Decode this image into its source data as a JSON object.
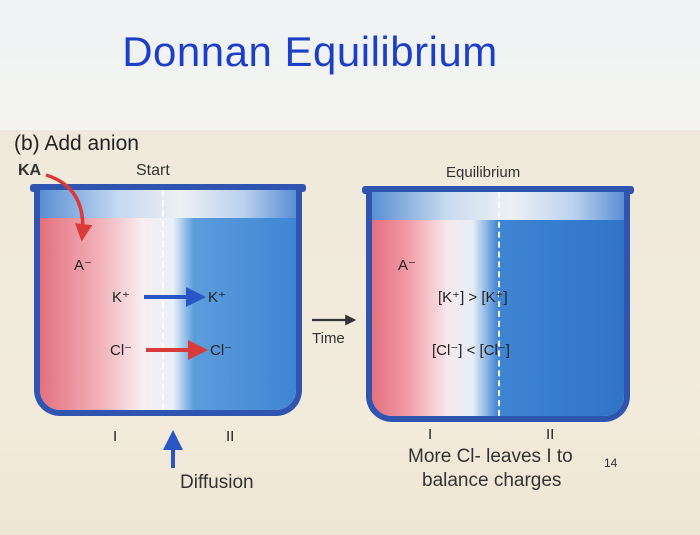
{
  "title": "Donnan Equilibrium",
  "panel": {
    "heading": "(b) Add anion",
    "ka_label": "KA",
    "start_label": "Start",
    "equilibrium_label": "Equilibrium",
    "time_label": "Time",
    "diffusion_label": "Diffusion",
    "left_beaker": {
      "anion": "A⁻",
      "k_left": "K⁺",
      "k_right": "K⁺",
      "cl_left": "Cl⁻",
      "cl_right": "Cl⁻",
      "compartment_1": "I",
      "compartment_2": "II"
    },
    "right_beaker": {
      "anion": "A⁻",
      "k_relation": "[K⁺] > [K⁺]",
      "cl_relation": "[Cl⁻] < [Cl⁻]",
      "compartment_1": "I",
      "compartment_2": "II"
    },
    "note_line1": "More Cl- leaves I to",
    "note_line2": "balance charges",
    "page_number": "14"
  },
  "colors": {
    "title": "#1c3fc8",
    "beaker_outline": "#2f55b0",
    "red_solution": "#e4707e",
    "blue_solution": "#3f85d3",
    "arrow_red": "#d93a3a",
    "arrow_blue": "#2a55c4"
  }
}
